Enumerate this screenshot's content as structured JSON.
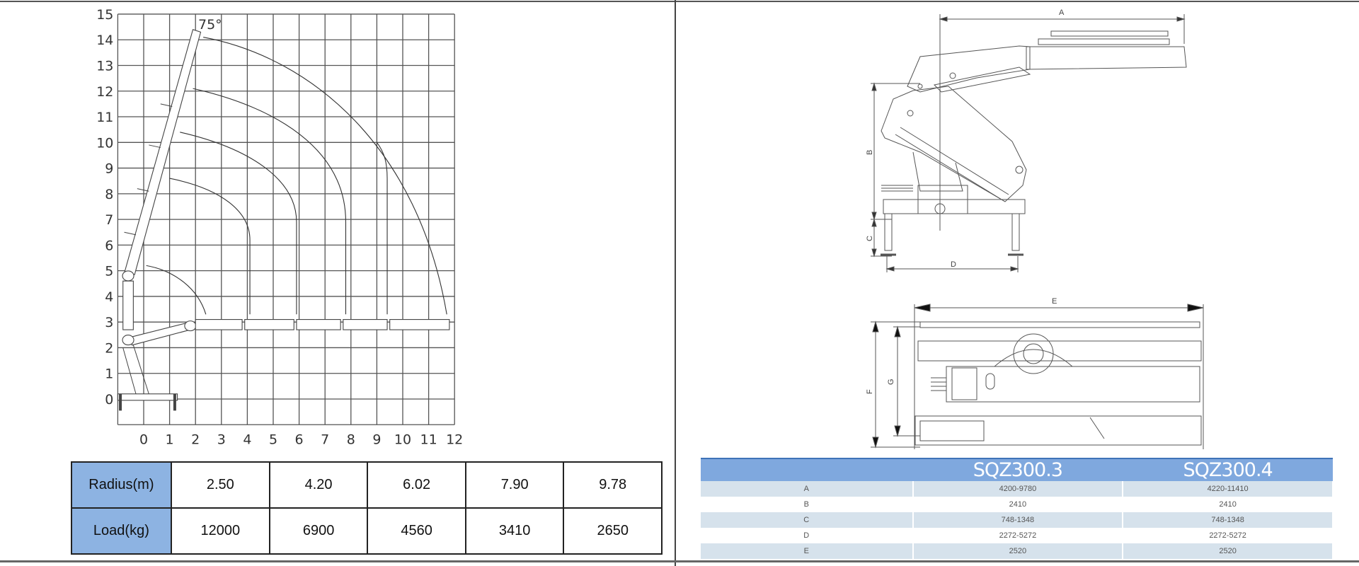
{
  "load_chart": {
    "angle_label": "75°",
    "x_ticks": [
      0,
      1,
      2,
      3,
      4,
      5,
      6,
      7,
      8,
      9,
      10,
      11,
      12
    ],
    "y_ticks": [
      0,
      1,
      2,
      3,
      4,
      5,
      6,
      7,
      8,
      9,
      10,
      11,
      12,
      13,
      14,
      15
    ],
    "xlim": [
      -1,
      12
    ],
    "ylim": [
      -1,
      15
    ],
    "grid": true
  },
  "load_table": {
    "rows": [
      {
        "label": "Radius(m)",
        "values": [
          "2.50",
          "4.20",
          "6.02",
          "7.90",
          "9.78"
        ]
      },
      {
        "label": "Load(kg)",
        "values": [
          "12000",
          "6900",
          "4560",
          "3410",
          "2650"
        ]
      }
    ]
  },
  "dimension_labels": {
    "A": "A",
    "B": "B",
    "C": "C",
    "D": "D",
    "E": "E",
    "F": "F",
    "G": "G"
  },
  "spec_table": {
    "columns": [
      "",
      "SQZ300.3",
      "SQZ300.4"
    ],
    "rows": [
      {
        "label": "A",
        "values": [
          "4200-9780",
          "4220-11410"
        ]
      },
      {
        "label": "B",
        "values": [
          "2410",
          "2410"
        ]
      },
      {
        "label": "C",
        "values": [
          "748-1348",
          "748-1348"
        ]
      },
      {
        "label": "D",
        "values": [
          "2272-5272",
          "2272-5272"
        ]
      },
      {
        "label": "E",
        "values": [
          "2520",
          "2520"
        ]
      }
    ]
  },
  "colors": {
    "table_header": "#8db3e2",
    "spec_header": "#7fa8de",
    "spec_row_alt": "#d6e2ec"
  }
}
